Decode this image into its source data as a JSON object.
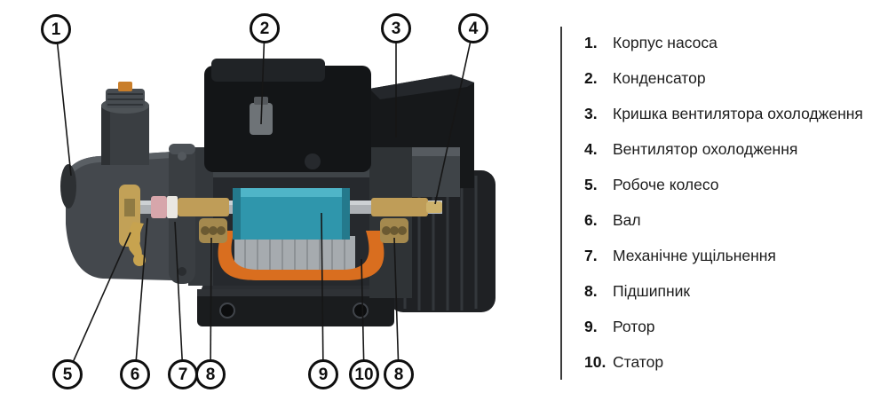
{
  "legend": {
    "items": [
      {
        "num": "1.",
        "label": "Корпус насоса"
      },
      {
        "num": "2.",
        "label": "Конденсатор"
      },
      {
        "num": "3.",
        "label": "Кришка вентилятора охолодження"
      },
      {
        "num": "4.",
        "label": "Вентилятор охолодження"
      },
      {
        "num": "5.",
        "label": "Робоче колесо"
      },
      {
        "num": "6.",
        "label": "Вал"
      },
      {
        "num": "7.",
        "label": "Механічне ущільнення"
      },
      {
        "num": "8.",
        "label": "Підшипник"
      },
      {
        "num": "9.",
        "label": "Ротор"
      },
      {
        "num": "10.",
        "label": "Статор"
      }
    ]
  },
  "callouts": {
    "items": [
      {
        "label": "1"
      },
      {
        "label": "2"
      },
      {
        "label": "3"
      },
      {
        "label": "4"
      },
      {
        "label": "5"
      },
      {
        "label": "6"
      },
      {
        "label": "7"
      },
      {
        "label": "8"
      },
      {
        "label": "9"
      },
      {
        "label": "10"
      },
      {
        "label": "8"
      }
    ]
  },
  "colors": {
    "rotor_teal": "#2f96ac",
    "winding_orange": "#d96e1f",
    "brass": "#bf9d58",
    "seal_pink": "#d7a6ab",
    "body_dark": "#16181a",
    "body_gray": "#43474b",
    "callout_border": "#0f0f0f"
  }
}
